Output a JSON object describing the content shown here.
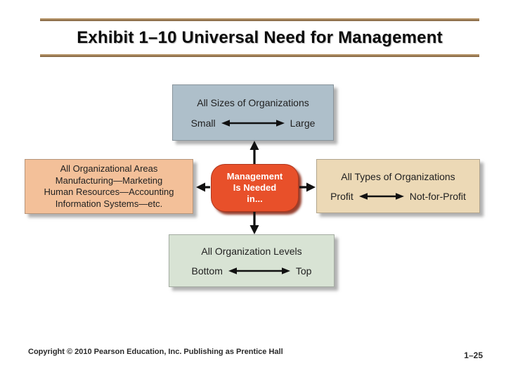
{
  "slide_title": "Exhibit 1–10 Universal Need for Management",
  "footer": {
    "copyright": "Copyright © 2010 Pearson Education, Inc. Publishing as Prentice Hall",
    "page_number": "1–25"
  },
  "diagram": {
    "center_box": {
      "line1": "Management",
      "line2": "Is Needed",
      "line3": "in...",
      "fill": "#e8502a",
      "text_color": "#ffffff"
    },
    "top_box": {
      "title": "All Sizes of Organizations",
      "left_label": "Small",
      "right_label": "Large",
      "fill": "#aebfca"
    },
    "left_box": {
      "line1": "All Organizational Areas",
      "line2": "Manufacturing—Marketing",
      "line3": "Human Resources—Accounting",
      "line4": "Information Systems—etc.",
      "fill": "#f3c099"
    },
    "right_box": {
      "title": "All Types of Organizations",
      "left_label": "Profit",
      "right_label": "Not-for-Profit",
      "fill": "#ecd9b6"
    },
    "bottom_box": {
      "title": "All Organization Levels",
      "left_label": "Bottom",
      "right_label": "Top",
      "fill": "#d8e3d4"
    },
    "accent_colors": {
      "title_rule": "#8a6c46",
      "arrow": "#111111"
    }
  }
}
